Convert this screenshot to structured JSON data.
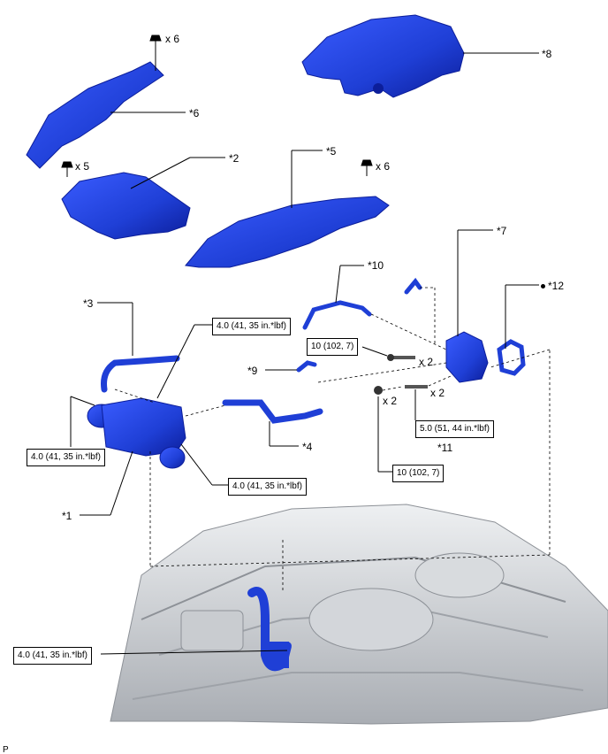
{
  "callouts": {
    "p1": "*1",
    "p2": "*2",
    "p3": "*3",
    "p4": "*4",
    "p5": "*5",
    "p6a": "*6",
    "p7": "*7",
    "p8": "*8",
    "p9": "*9",
    "p10": "*10",
    "p11": "*11",
    "p12": "*12"
  },
  "quantities": {
    "clip_top": "x 6",
    "clip_left": "x 5",
    "clip_right": "x 6",
    "bolt_a": "x 2",
    "stud": "x 2",
    "nut": "x 2"
  },
  "torques": {
    "t_center": "4.0 (41, 35 in.*lbf)",
    "t_left": "4.0 (41, 35 in.*lbf)",
    "t_lower": "4.0 (41, 35 in.*lbf)",
    "t_bolt": "10 (102, 7)",
    "t_stud": "5.0 (51, 44 in.*lbf)",
    "t_nut": "10 (102, 7)",
    "t_engine": "4.0 (41, 35 in.*lbf)"
  },
  "figure_code": "P",
  "colors": {
    "part": "#1f3fd6",
    "part_dark": "#0f24a0",
    "line": "#000000",
    "engine": "#bfc3c8"
  }
}
